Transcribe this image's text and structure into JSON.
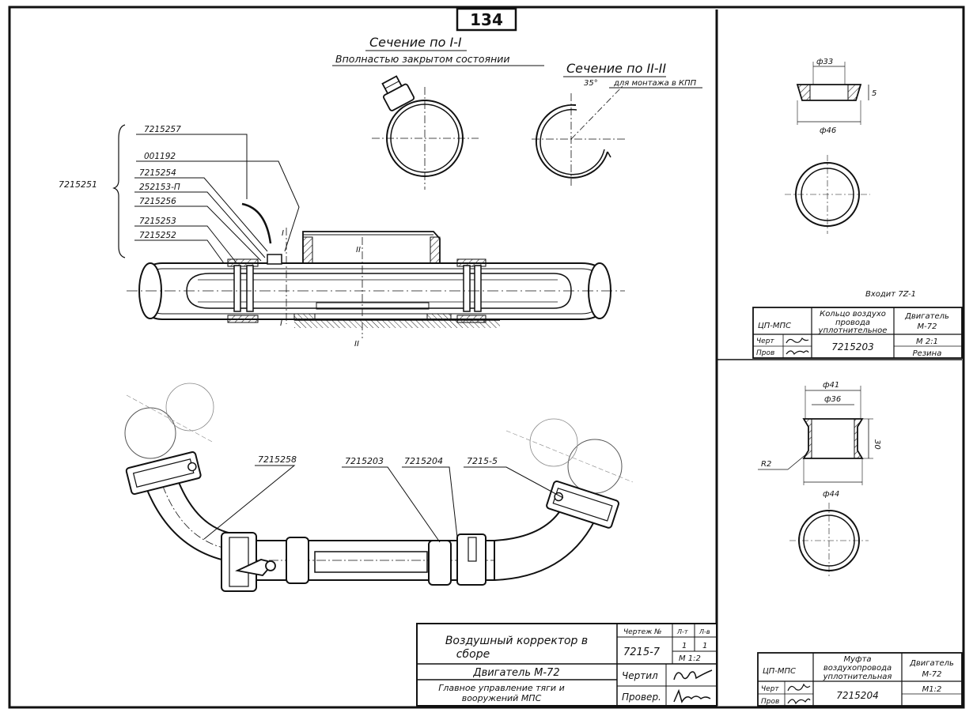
{
  "page_number": "134",
  "section_1": {
    "title": "Сечение по I-I",
    "subtitle": "Вполнастью закрытом состоянии"
  },
  "section_2": {
    "title": "Сечение по II-II",
    "angle": "35°",
    "note": "для монтажа в КПП"
  },
  "main_assembly": {
    "group_label": "7215251",
    "parts": [
      "7215257",
      "001192",
      "7215254",
      "252153-П",
      "7215256",
      "7215253",
      "7215252"
    ],
    "cut_marks": [
      "I",
      "II",
      "I",
      "II"
    ]
  },
  "lower_assembly": {
    "callouts": [
      "7215258",
      "7215203",
      "7215204",
      "7215-5"
    ]
  },
  "ring_detail": {
    "dims": {
      "top": "ф33",
      "side": "5",
      "bottom": "ф46"
    },
    "note": "Входит 7Z-1",
    "title_block": {
      "org": "ЦП-МПС",
      "name": "Кольцо воздухо провода уплотнительное",
      "product": "Двигатель М-72",
      "drawn": "Черт",
      "checked": "Пров",
      "number": "7215203",
      "scale": "М 2:1",
      "material": "Резина"
    }
  },
  "coupling_detail": {
    "dims": {
      "outer_top": "ф41",
      "inner_top": "ф36",
      "height": "30",
      "radius": "R2",
      "bottom": "ф44"
    },
    "title_block": {
      "org": "ЦП-МПС",
      "name": "Муфта воздухопровода уплотнительная",
      "product": "Двигатель М-72",
      "drawn": "Черт",
      "checked": "Пров",
      "number": "7215204",
      "scale": "М1:2"
    }
  },
  "main_title_block": {
    "name": "Воздушный корректор в сборе",
    "product": "Двигатель М-72",
    "org": "Главное управление тяги и вооружений МПС",
    "drawing_no_label": "Чертеж №",
    "drawing_no": "7215-7",
    "sheet_label": "Л-т",
    "sheet": "1",
    "sheets_label": "Л-в",
    "sheets": "1",
    "scale": "М 1:2",
    "drawn": "Чертил",
    "checked": "Провер."
  }
}
